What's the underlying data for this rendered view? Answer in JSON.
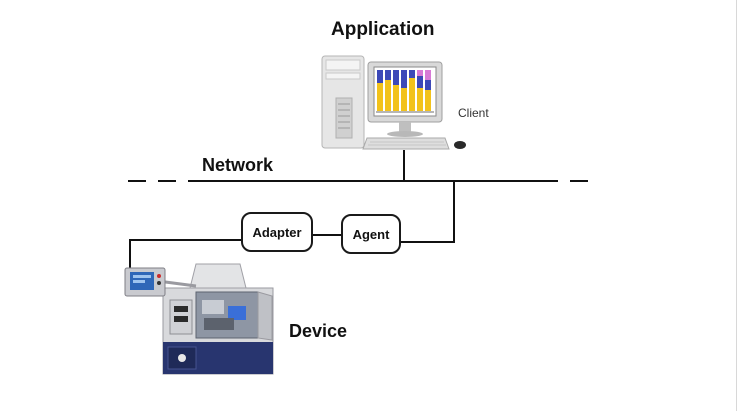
{
  "diagram": {
    "title": "Application",
    "network_label": "Network",
    "client_label": "Client",
    "device_label": "Device",
    "nodes": [
      {
        "id": "adapter",
        "label": "Adapter"
      },
      {
        "id": "agent",
        "label": "Agent"
      }
    ],
    "icons": {
      "client": "desktop-computer-icon",
      "device": "cnc-lathe-machine-icon"
    },
    "colors": {
      "line": "#111111",
      "chart_yellow": "#f2c21b",
      "chart_blue": "#3c48b8",
      "chart_pink": "#d77ad6",
      "machine_blue": "#28356f"
    }
  }
}
